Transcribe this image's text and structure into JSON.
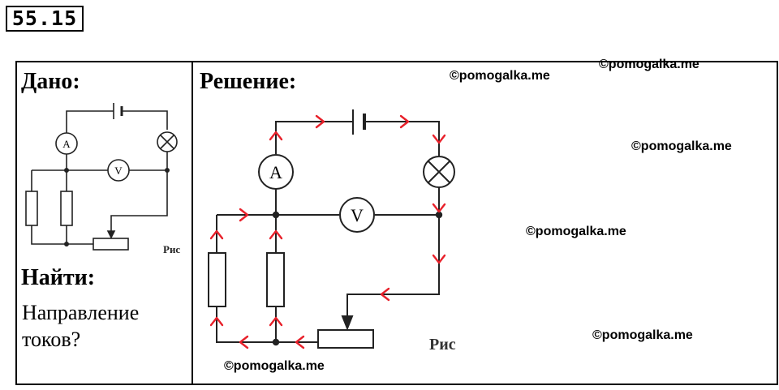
{
  "problem_number": "55.15",
  "given": {
    "heading": "Дано:",
    "figure_caption": "Рис",
    "ammeter_symbol": "A",
    "voltmeter_symbol": "V"
  },
  "find": {
    "heading": "Найти:",
    "line1": "Направление",
    "line2": "токов?"
  },
  "solution": {
    "heading": "Решение:",
    "figure_caption": "Рис",
    "ammeter_symbol": "A",
    "voltmeter_symbol": "V",
    "arrow_color": "#e8202a"
  },
  "watermarks": [
    "©pomogalka.me",
    "©pomogalka.me",
    "©pomogalka.me",
    "©pomogalka.me",
    "©pomogalka.me",
    "©pomogalka.me"
  ]
}
